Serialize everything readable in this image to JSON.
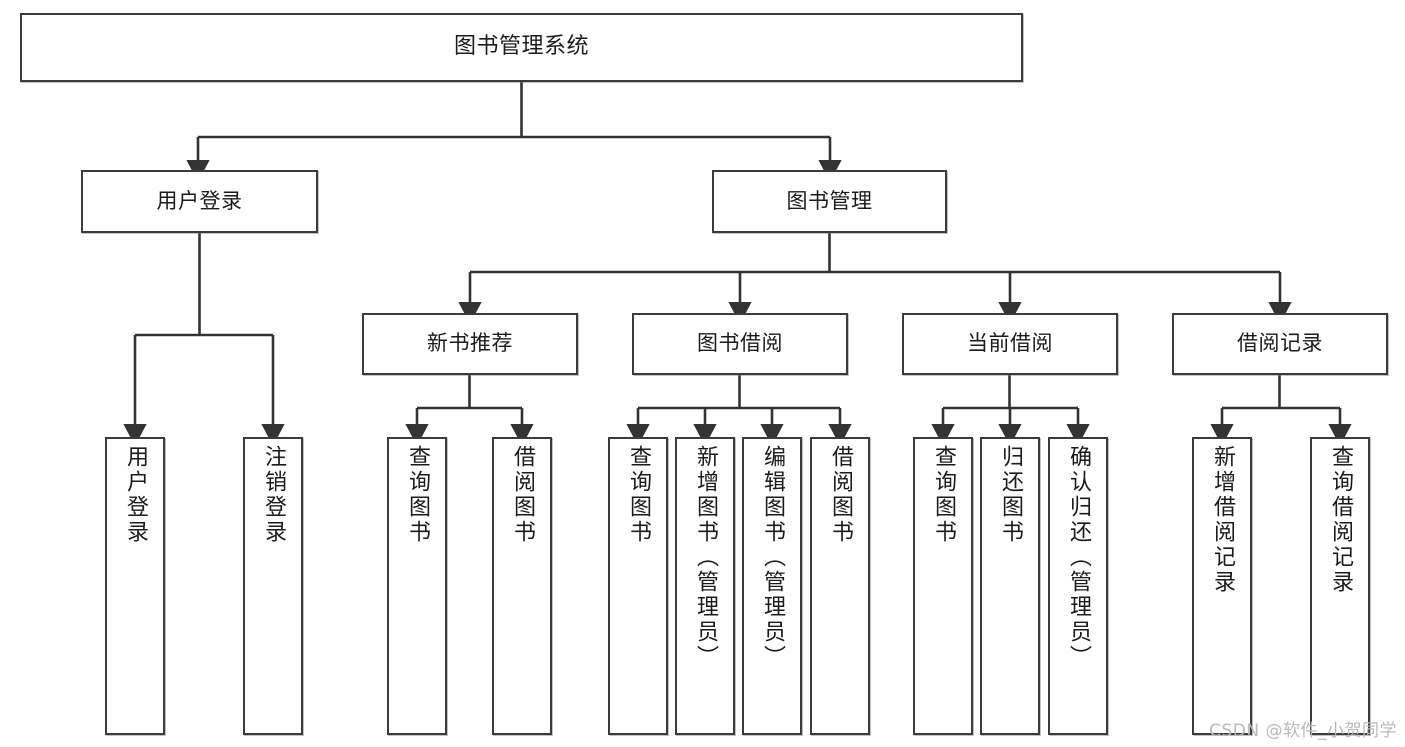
{
  "diagram": {
    "title": "图书管理系统",
    "type": "tree-hierarchy",
    "colors": {
      "box_border": "#3b3b3b",
      "box_fill": "#ffffff",
      "connector": "#333333",
      "text": "#1b1b1b",
      "watermark": "#b9b9b9",
      "background": "#ffffff"
    },
    "root": {
      "label": "图书管理系统"
    },
    "level2": [
      {
        "label": "用户登录"
      },
      {
        "label": "图书管理"
      }
    ],
    "level3": [
      {
        "label": "新书推荐"
      },
      {
        "label": "图书借阅"
      },
      {
        "label": "当前借阅"
      },
      {
        "label": "借阅记录"
      }
    ],
    "leaves": {
      "user_login": [
        {
          "label": "用户登录"
        },
        {
          "label": "注销登录"
        }
      ],
      "new_book_recommend": [
        {
          "label": "查询图书"
        },
        {
          "label": "借阅图书"
        }
      ],
      "book_borrow": [
        {
          "label": "查询图书"
        },
        {
          "label": "新增图书（管理员）"
        },
        {
          "label": "编辑图书（管理员）"
        },
        {
          "label": "借阅图书"
        }
      ],
      "current_borrow": [
        {
          "label": "查询图书"
        },
        {
          "label": "归还图书"
        },
        {
          "label": "确认归还（管理员）"
        }
      ],
      "borrow_records": [
        {
          "label": "新增借阅记录"
        },
        {
          "label": "查询借阅记录"
        }
      ]
    }
  },
  "watermark": {
    "text": "CSDN @软件_小贺同学"
  }
}
